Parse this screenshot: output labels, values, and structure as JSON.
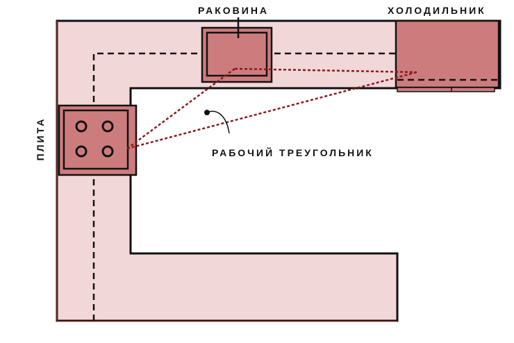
{
  "labels": {
    "sink": "РАКОВИНА",
    "fridge": "ХОЛОДИЛЬНИК",
    "stove": "ПЛИТА",
    "work_triangle": "РАБОЧИЙ ТРЕУГОЛЬНИК"
  },
  "colors": {
    "countertop": "#f2d7d9",
    "appliance": "#cd7c7d",
    "outline": "#111111",
    "triangle_line": "#8b1a1a",
    "border_accent": "#c0392b"
  }
}
